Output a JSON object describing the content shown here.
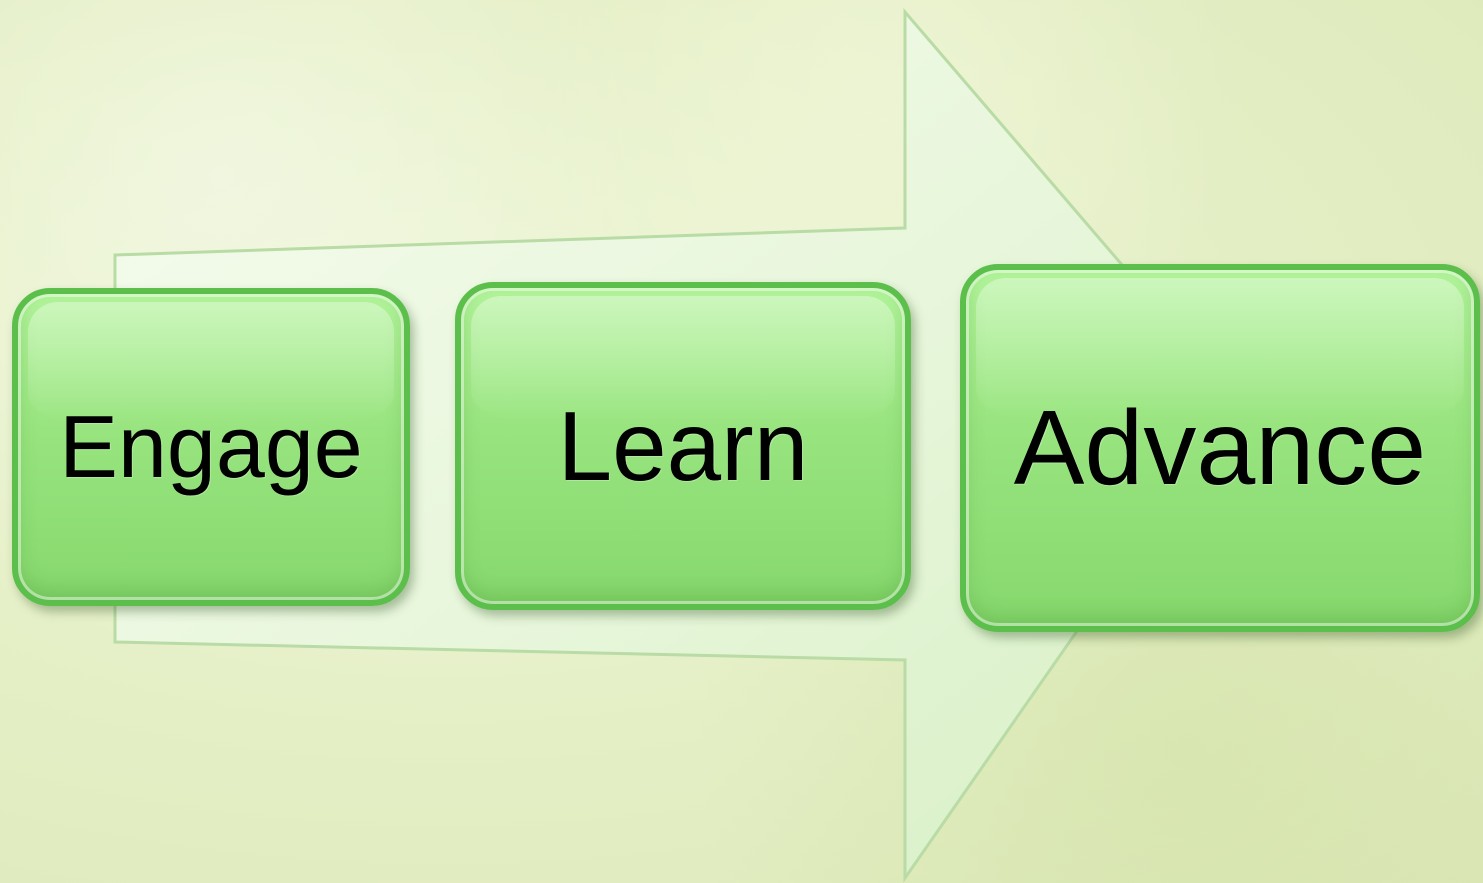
{
  "diagram": {
    "steps": [
      {
        "label": "Engage"
      },
      {
        "label": "Learn"
      },
      {
        "label": "Advance"
      }
    ]
  },
  "colors": {
    "background": "#e6f0c8",
    "arrow_fill": "#eaf7dc",
    "box_fill": "#98e47f",
    "box_border": "#5cbf4c",
    "text": "#000000"
  }
}
